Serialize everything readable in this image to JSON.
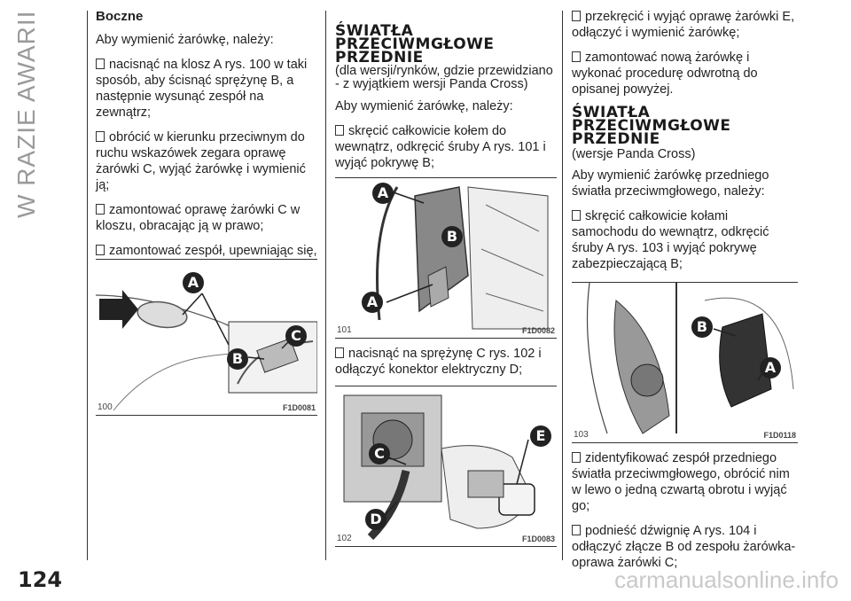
{
  "page": {
    "side_title": "W RAZIE AWARII",
    "page_number": "124",
    "watermark": "carmanualsonline.info"
  },
  "col1": {
    "heading": "Boczne",
    "intro": "Aby wymienić żarówkę, należy:",
    "steps": [
      "nacisnąć na klosz A rys. 100 w taki sposób, aby ścisnąć sprężynę B, a następnie wysunąć zespół na zewnątrz;",
      "obrócić w kierunku przeciwnym do ruchu wskazówek zegara oprawę żarówki C, wyjąć żarówkę i wymienić ją;",
      "zamontować oprawę żarówki C w kloszu, obracając ją w prawo;",
      "zamontować zespół, upewniając się, że miało miejsce zablokowanie sprężyny wewnętrznej B."
    ],
    "figure": {
      "number": "100",
      "code": "F1D0081",
      "callouts": [
        "A",
        "B",
        "C"
      ]
    }
  },
  "col2": {
    "heading_lines": [
      "ŚWIATŁA",
      "PRZECIWMGŁOWE",
      "PRZEDNIE"
    ],
    "note": "(dla wersji/rynków, gdzie przewidziano - z wyjątkiem wersji Panda Cross)",
    "intro": "Aby wymienić żarówkę, należy:",
    "step1": "skręcić całkowicie kołem do wewnątrz, odkręcić śruby A rys. 101 i wyjąć pokrywę B;",
    "figure1": {
      "number": "101",
      "code": "F1D0082",
      "callouts": [
        "A",
        "B",
        "A"
      ]
    },
    "step2": "nacisnąć na sprężynę C rys. 102 i odłączyć konektor elektryczny D;",
    "figure2": {
      "number": "102",
      "code": "F1D0083",
      "callouts": [
        "E",
        "C",
        "D"
      ]
    }
  },
  "col3": {
    "steps_top": [
      "przekręcić i wyjąć oprawę żarówki E, odłączyć i wymienić żarówkę;",
      "zamontować nową żarówkę i wykonać procedurę odwrotną do opisanej powyżej."
    ],
    "heading_lines": [
      "ŚWIATŁA",
      "PRZECIWMGŁOWE",
      "PRZEDNIE"
    ],
    "note": "(wersje Panda Cross)",
    "intro": "Aby wymienić żarówkę przedniego światła przeciwmgłowego, należy:",
    "step_mid": "skręcić całkowicie kołami samochodu do wewnątrz, odkręcić śruby A rys. 103 i wyjąć pokrywę zabezpieczającą B;",
    "figure": {
      "number": "103",
      "code": "F1D0118",
      "callouts": [
        "B",
        "A"
      ]
    },
    "steps_bottom": [
      "zidentyfikować zespół przedniego światła przeciwmgłowego, obrócić nim w lewo o jedną czwartą obrotu i wyjąć go;",
      "podnieść dźwignię A rys. 104 i odłączyć złącze B od zespołu żarówka-oprawa żarówki C;"
    ]
  }
}
